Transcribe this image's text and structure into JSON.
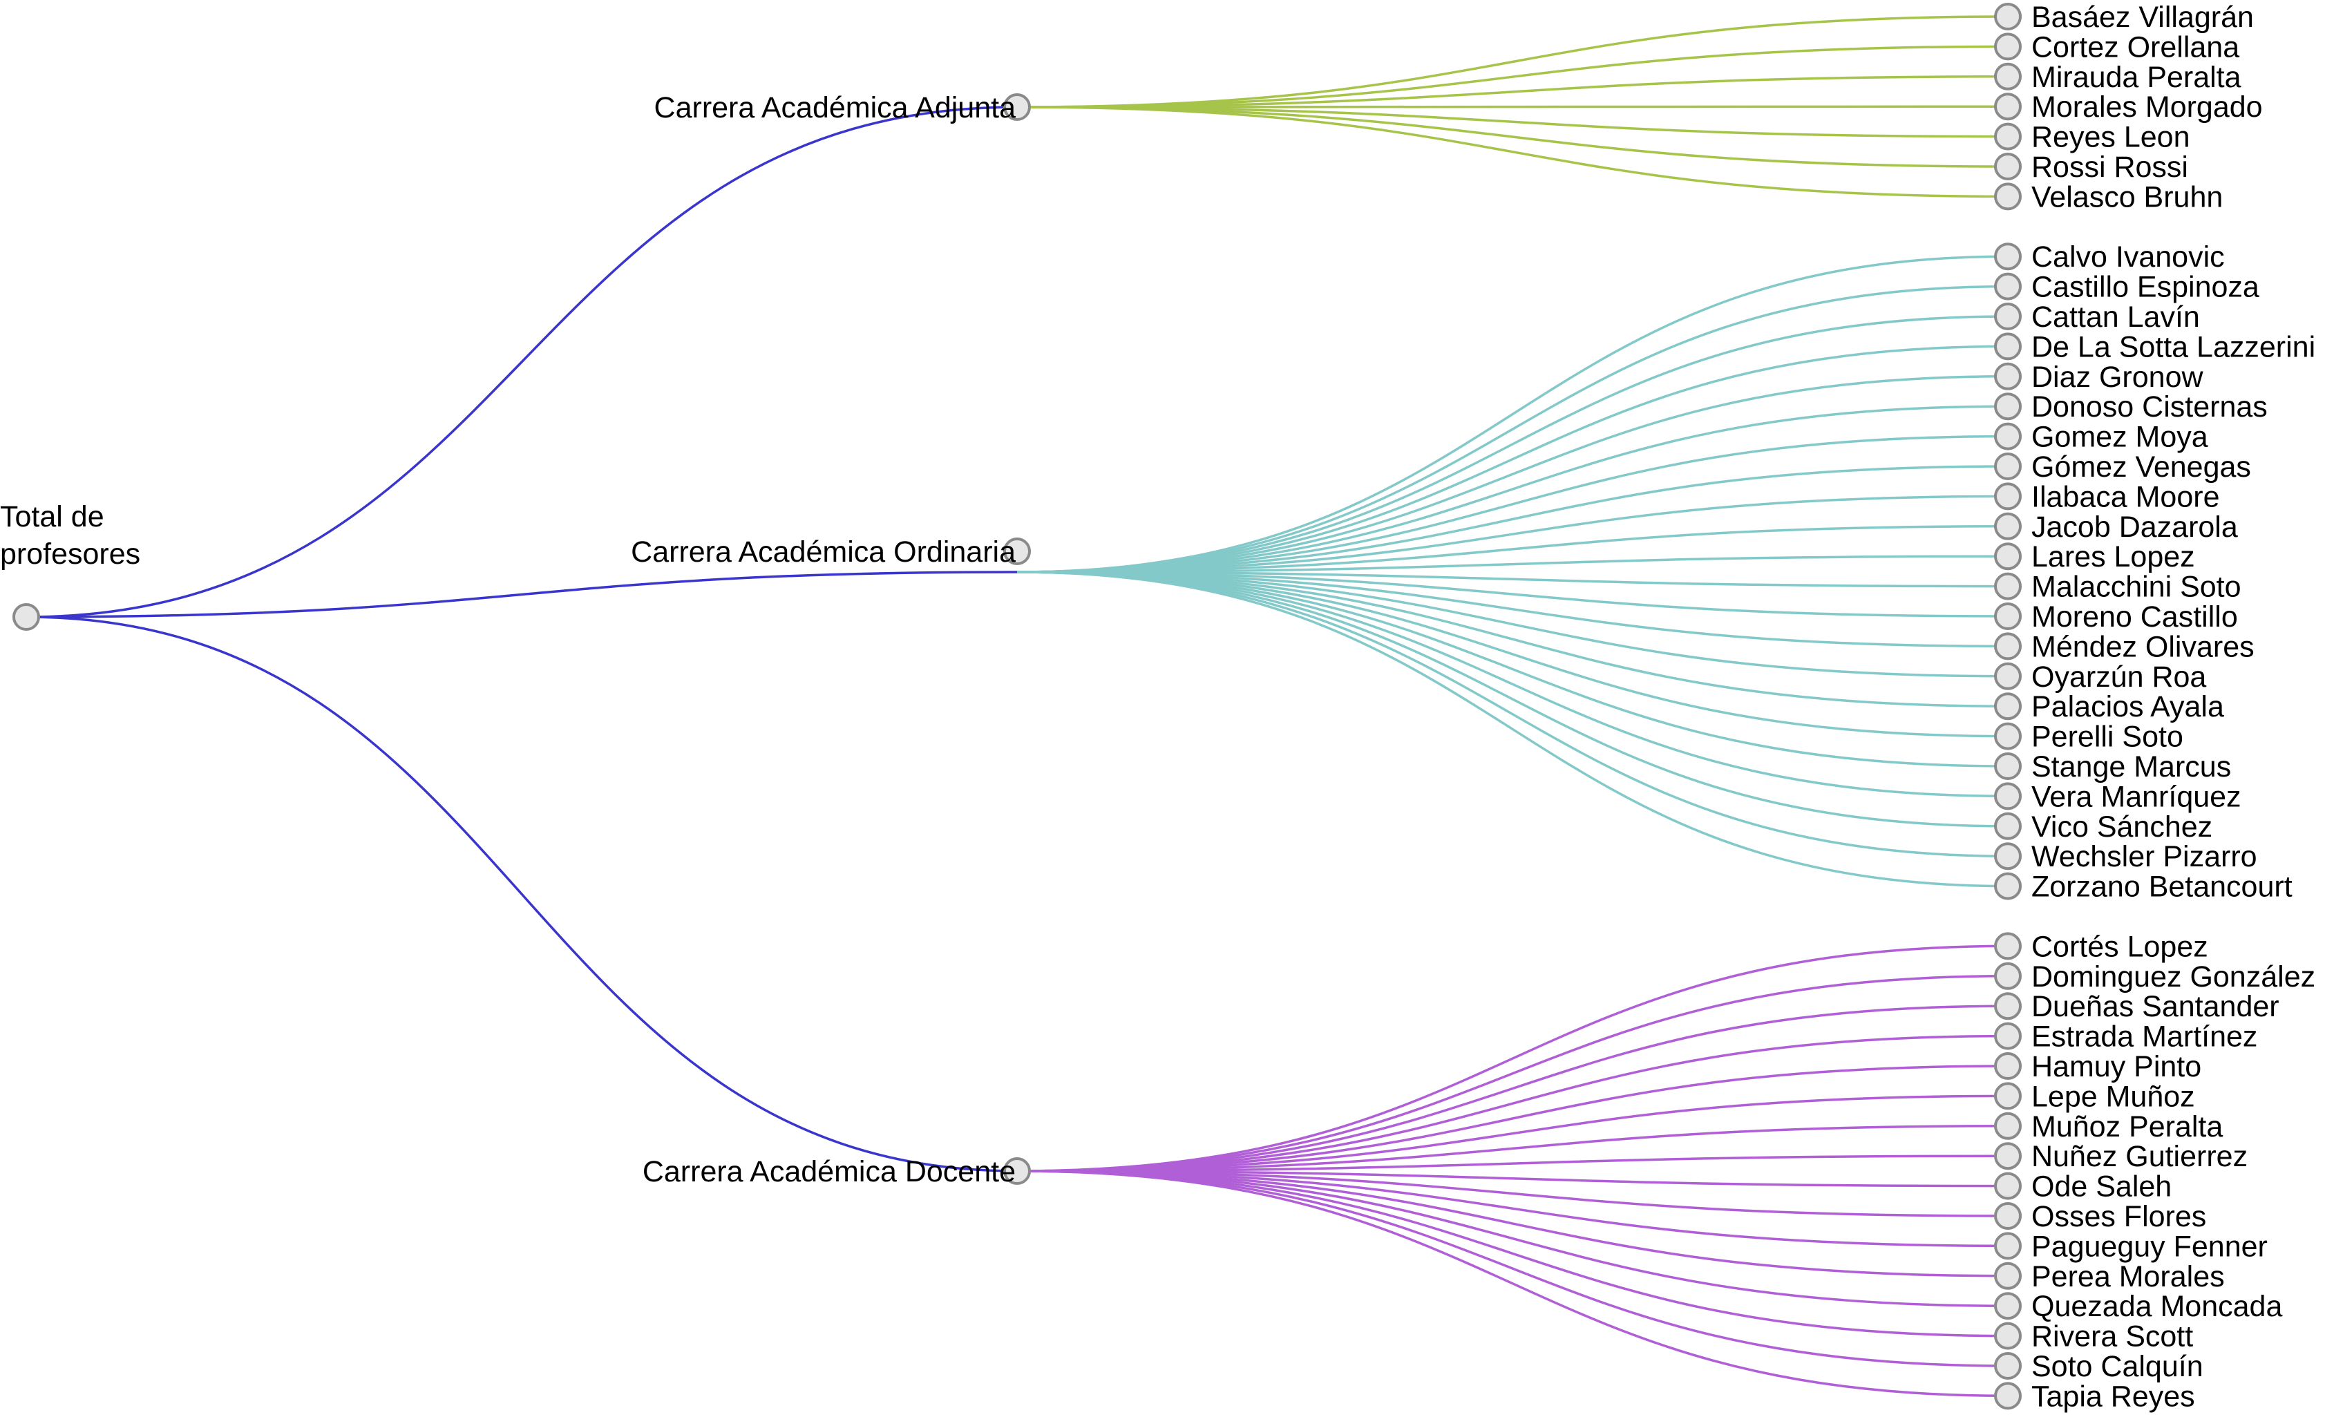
{
  "root": {
    "label_lines": [
      "Total de",
      "profesores"
    ]
  },
  "colors": {
    "root_links": "#3a35cc",
    "node_fill": "#e6e6e6",
    "node_stroke": "#8a8a8a",
    "label_text": "#000000"
  },
  "groups": [
    {
      "label": "Carrera Académica Adjunta",
      "color": "#a7c44a",
      "members": [
        "Basáez Villagrán",
        "Cortez Orellana",
        "Mirauda Peralta",
        "Morales Morgado",
        "Reyes Leon",
        "Rossi Rossi",
        "Velasco Bruhn"
      ]
    },
    {
      "label": "Carrera Académica Ordinaria",
      "color": "#84c9c9",
      "members": [
        "Calvo Ivanovic",
        "Castillo Espinoza",
        "Cattan Lavín",
        "De La Sotta Lazzerini",
        "Diaz Gronow",
        "Donoso Cisternas",
        "Gomez Moya",
        "Gómez Venegas",
        "Ilabaca Moore",
        "Jacob Dazarola",
        "Lares Lopez",
        "Malacchini Soto",
        "Moreno Castillo",
        "Méndez Olivares",
        "Oyarzún Roa",
        "Palacios Ayala",
        "Perelli Soto",
        "Stange Marcus",
        "Vera Manríquez",
        "Vico Sánchez",
        "Wechsler Pizarro",
        "Zorzano Betancourt"
      ]
    },
    {
      "label": "Carrera Académica Docente",
      "color": "#b05fd6",
      "members": [
        "Cortés Lopez",
        "Dominguez González",
        "Dueñas Santander",
        "Estrada Martínez",
        "Hamuy Pinto",
        "Lepe Muñoz",
        "Muñoz Peralta",
        "Nuñez Gutierrez",
        "Ode Saleh",
        "Osses Flores",
        "Pagueguy Fenner",
        "Perea Morales",
        "Quezada Moncada",
        "Rivera Scott",
        "Soto Calquín",
        "Tapia Reyes"
      ]
    }
  ]
}
